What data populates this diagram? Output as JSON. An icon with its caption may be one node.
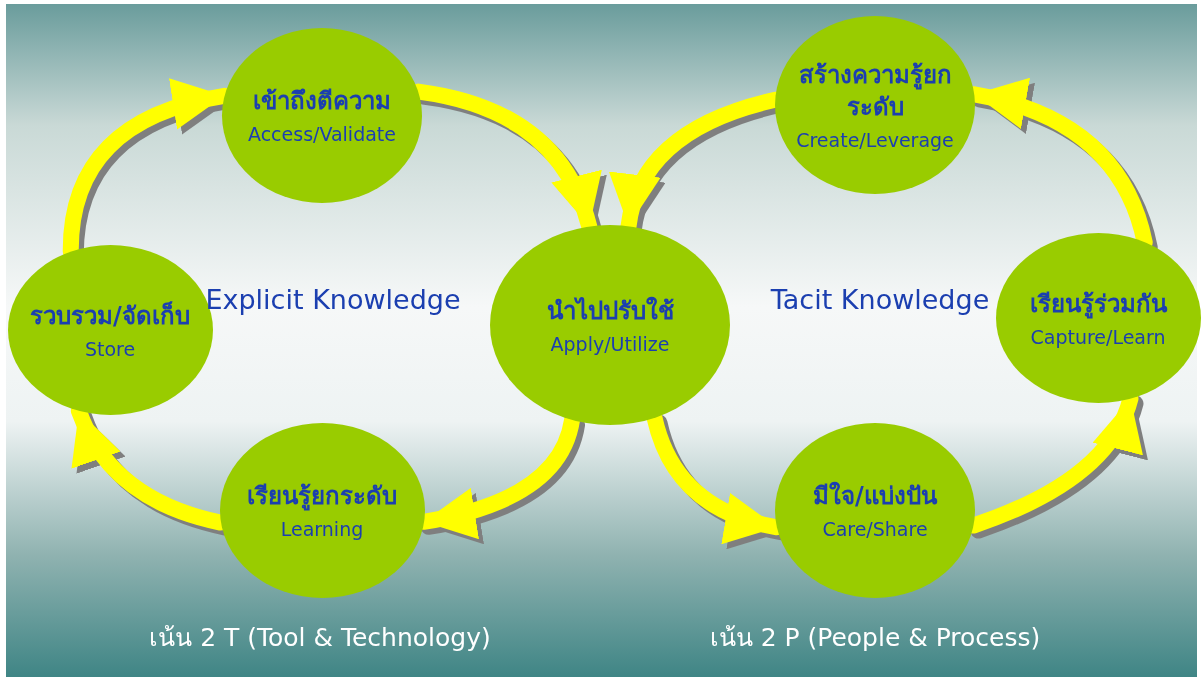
{
  "diagram": {
    "nodes": [
      {
        "text": [
          "เข้าถึงตีความ",
          "Access/Validate"
        ]
      },
      {
        "text": [
          "สร้างความรู้ยกระดับ",
          "Create/Leverage"
        ]
      },
      {
        "text": [
          "รวบรวม/จัดเก็บ",
          "Store"
        ]
      },
      {
        "text": [
          "นำไปปรับใช้",
          "Apply/Utilize"
        ]
      },
      {
        "text": [
          "เรียนรู้ร่วมกัน",
          "Capture/Learn"
        ]
      },
      {
        "text": [
          "เรียนรู้ยกระดับ",
          "Learning"
        ]
      },
      {
        "text": [
          "มีใจ/แบ่งปัน",
          "Care/Share"
        ]
      }
    ],
    "edges": [
      {
        "from": 2,
        "to": 0,
        "arrow": "to"
      },
      {
        "from": 0,
        "to": 3,
        "arrow": "to"
      },
      {
        "from": 3,
        "to": 5,
        "arrow": "to"
      },
      {
        "from": 5,
        "to": 2,
        "arrow": "to"
      },
      {
        "from": 3,
        "to": 6,
        "arrow": "to"
      },
      {
        "from": 6,
        "to": 4,
        "arrow": "to"
      },
      {
        "from": 4,
        "to": 1,
        "arrow": "to"
      },
      {
        "from": 1,
        "to": 3,
        "arrow": "to"
      }
    ],
    "labels": [
      "Explicit Knowledge",
      "Tacit Knowledge",
      "เน้น 2 T (Tool & Technology)",
      "เน้น 2 P (People & Process)"
    ]
  }
}
